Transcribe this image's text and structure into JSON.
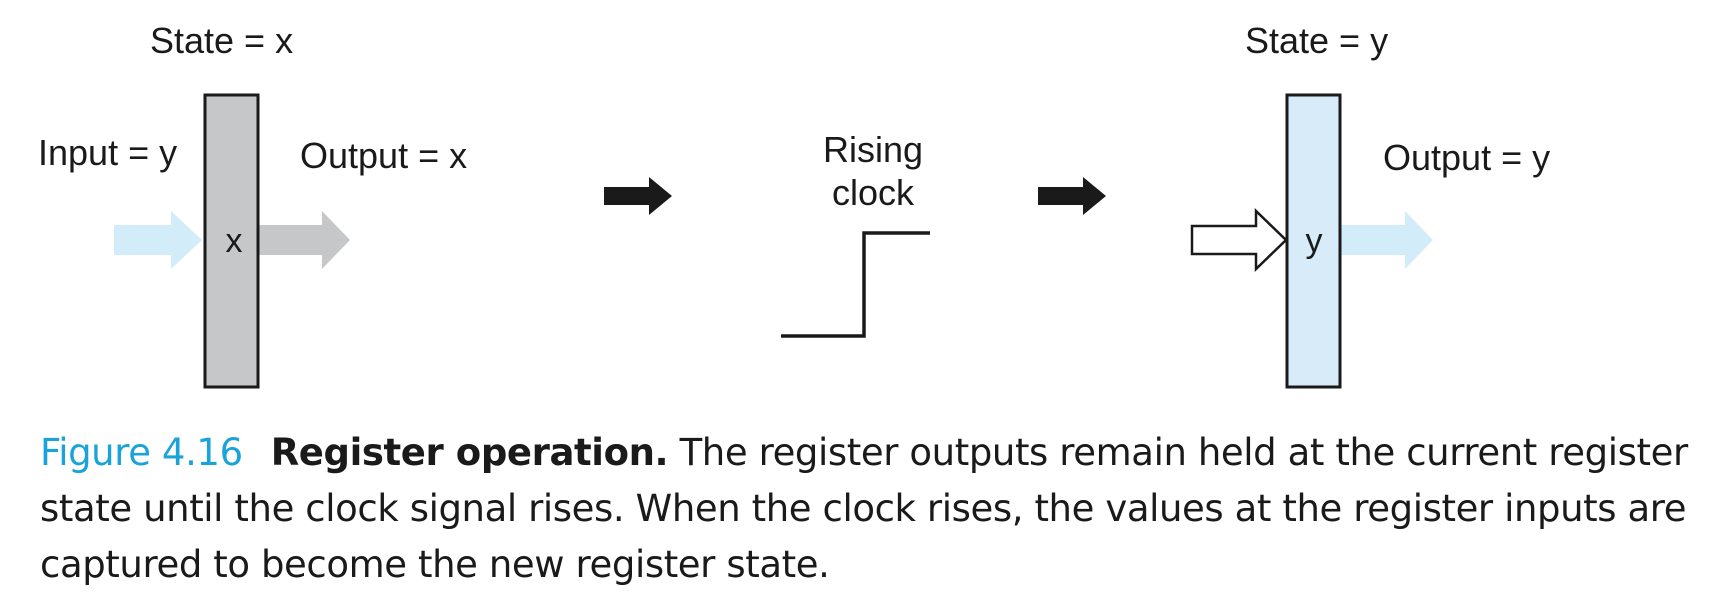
{
  "diagram": {
    "left": {
      "state_label": "State = x",
      "input_label": "Input = y",
      "output_label": "Output = x",
      "register_value": "x",
      "register_fill": "#c6c7c9"
    },
    "middle": {
      "clock_label_line1": "Rising",
      "clock_label_line2": "clock"
    },
    "right": {
      "state_label": "State = y",
      "output_label": "Output =  y",
      "register_value": "y",
      "register_fill": "#d7ecf8"
    },
    "colors": {
      "input_arrow": "#d3ecf9",
      "output_arrow_gray": "#c6c7c9",
      "output_arrow_blue": "#d3ecf9",
      "flow_arrow": "#1a1a1a"
    }
  },
  "caption": {
    "figure_number": "Figure 4.16",
    "title": "Register operation.",
    "text": "The register outputs remain held at the current register state until the clock signal rises. When the clock rises, the values at the register inputs are captured to become the new register state."
  }
}
